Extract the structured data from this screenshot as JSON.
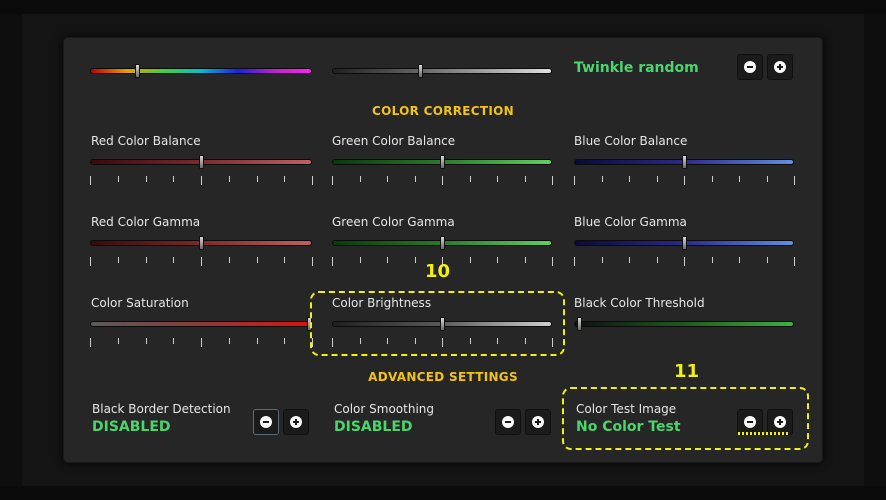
{
  "top_row": {
    "effect_value": "Twinkle random"
  },
  "sections": {
    "color_correction": "COLOR CORRECTION",
    "advanced_settings": "ADVANCED SETTINGS"
  },
  "sliders": [
    {
      "label": "Red Color Balance",
      "value": 0.5
    },
    {
      "label": "Green Color Balance",
      "value": 0.5
    },
    {
      "label": "Blue Color Balance",
      "value": 0.5
    },
    {
      "label": "Red Color Gamma",
      "value": 0.5
    },
    {
      "label": "Green Color Gamma",
      "value": 0.5
    },
    {
      "label": "Blue Color Gamma",
      "value": 0.5
    },
    {
      "label": "Color Saturation",
      "value": 1.0
    },
    {
      "label": "Color Brightness",
      "value": 0.5
    },
    {
      "label": "Black Color Threshold",
      "value": 0.0
    }
  ],
  "top_sliders": [
    {
      "value": 0.21
    },
    {
      "value": 0.4
    }
  ],
  "advanced": [
    {
      "label": "Black Border Detection",
      "value": "DISABLED"
    },
    {
      "label": "Color Smoothing",
      "value": "DISABLED"
    },
    {
      "label": "Color Test Image",
      "value": "No Color Test"
    }
  ],
  "callouts": {
    "brightness_number": "10",
    "test_image_number": "11"
  },
  "colors": {
    "accent_yellow": "#f0c419",
    "value_green": "#4ad66d",
    "callout_yellow": "#f0f014"
  }
}
